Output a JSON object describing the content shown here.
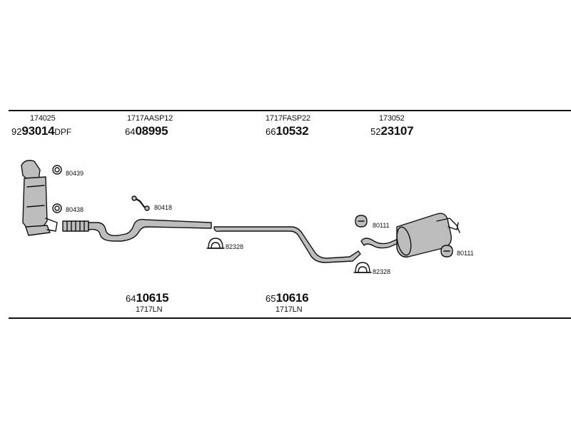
{
  "top_parts": [
    {
      "ref": "174025",
      "prefix": "92",
      "number": "93014",
      "suffix": "DPF"
    },
    {
      "ref": "1717AASP12",
      "prefix": "64",
      "number": "08995",
      "suffix": ""
    },
    {
      "ref": "1717FASP22",
      "prefix": "66",
      "number": "10532",
      "suffix": ""
    },
    {
      "ref": "173052",
      "prefix": "52",
      "number": "23107",
      "suffix": ""
    }
  ],
  "bottom_parts": [
    {
      "prefix": "64",
      "number": "10615",
      "ref": "1717LN"
    },
    {
      "prefix": "65",
      "number": "10616",
      "ref": "1717LN"
    }
  ],
  "clamps": {
    "c80439": "80439",
    "c80438": "80438",
    "c80418": "80418",
    "c82328a": "82328",
    "c80111a": "80111",
    "c82328b": "82328",
    "c80111b": "80111"
  },
  "colors": {
    "line": "#111111",
    "fill": "#bdbdbd",
    "background": "#ffffff"
  }
}
